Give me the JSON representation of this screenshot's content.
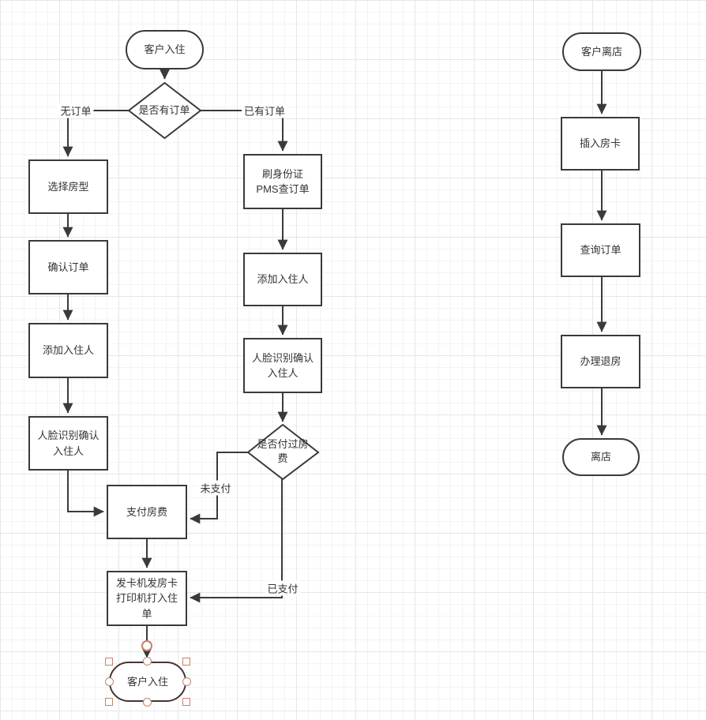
{
  "nodes": {
    "checkin_start": "客户入住",
    "has_order_decision": "是否有订单",
    "select_room": "选择房型",
    "confirm_order": "确认订单",
    "add_guest_no_order": "添加入住人",
    "face_verify_no_order": "人脸识别确认\n入住人",
    "scan_id_pms": "刷身份证\nPMS查订单",
    "add_guest_has_order": "添加入住人",
    "face_verify_has_order": "人脸识别确认\n入住人",
    "paid_decision": "是否付过房\n费",
    "pay_room_fee": "支付房费",
    "issue_card_print": "发卡机发房卡\n打印机打入住\n单",
    "checkin_end": "客户入住",
    "checkout_start": "客户离店",
    "insert_card": "插入房卡",
    "query_order": "查询订单",
    "handle_checkout": "办理退房",
    "checkout_end": "离店"
  },
  "edge_labels": {
    "no_order": "无订单",
    "has_order": "已有订单",
    "unpaid": "未支付",
    "paid": "已支付"
  },
  "colors": {
    "stroke": "#3a3a3a",
    "text": "#333333",
    "selection_handle": "#c5826e",
    "grid_minor": "#f3f3f6",
    "grid_major": "#e6e6eb"
  }
}
